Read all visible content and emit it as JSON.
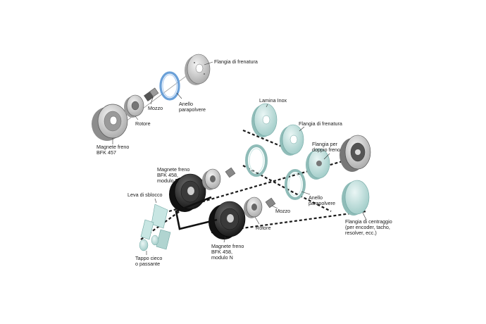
{
  "labels": {
    "flangia_frenatura_top": "Flangia di frenatura",
    "anello_top": [
      "Anello",
      "parapolvere"
    ],
    "mozzo_top": "Mozzo",
    "rotore_top": "Rotore",
    "magnete_457": [
      "Magnete freno",
      "BFK 457"
    ],
    "lamina_inox": "Lamina Inox",
    "flangia_frenatura_right": "Flangia di frenatura",
    "flangia_doppio": [
      "Flangia per",
      "doppio freno"
    ],
    "magnete_458_e": [
      "Magnete freno",
      "BFK 458,",
      "modulo E"
    ],
    "leva_sblocco": "Leva di sblocco",
    "anello_right": [
      "Anello",
      "parapolvere"
    ],
    "mozzo_bottom": "Mozzo",
    "flangia_centraggio": [
      "Flangia di centraggio",
      "(per encoder, tacho,",
      "resolver, ecc.)"
    ],
    "rotore_bottom": "Rotore",
    "magnete_458_n": [
      "Magnete freno",
      "BFK 458,",
      "modulo N"
    ],
    "tappo": [
      "Tappo cieco",
      "o passante"
    ]
  },
  "colors": {
    "teal_disc": "#c8e6e3",
    "teal_disc_edge": "#6fa6a2",
    "blue_ring": "#6aa0d8",
    "dark_magnet": "#2a2a2a",
    "grey_part": "#cfcfcf"
  }
}
